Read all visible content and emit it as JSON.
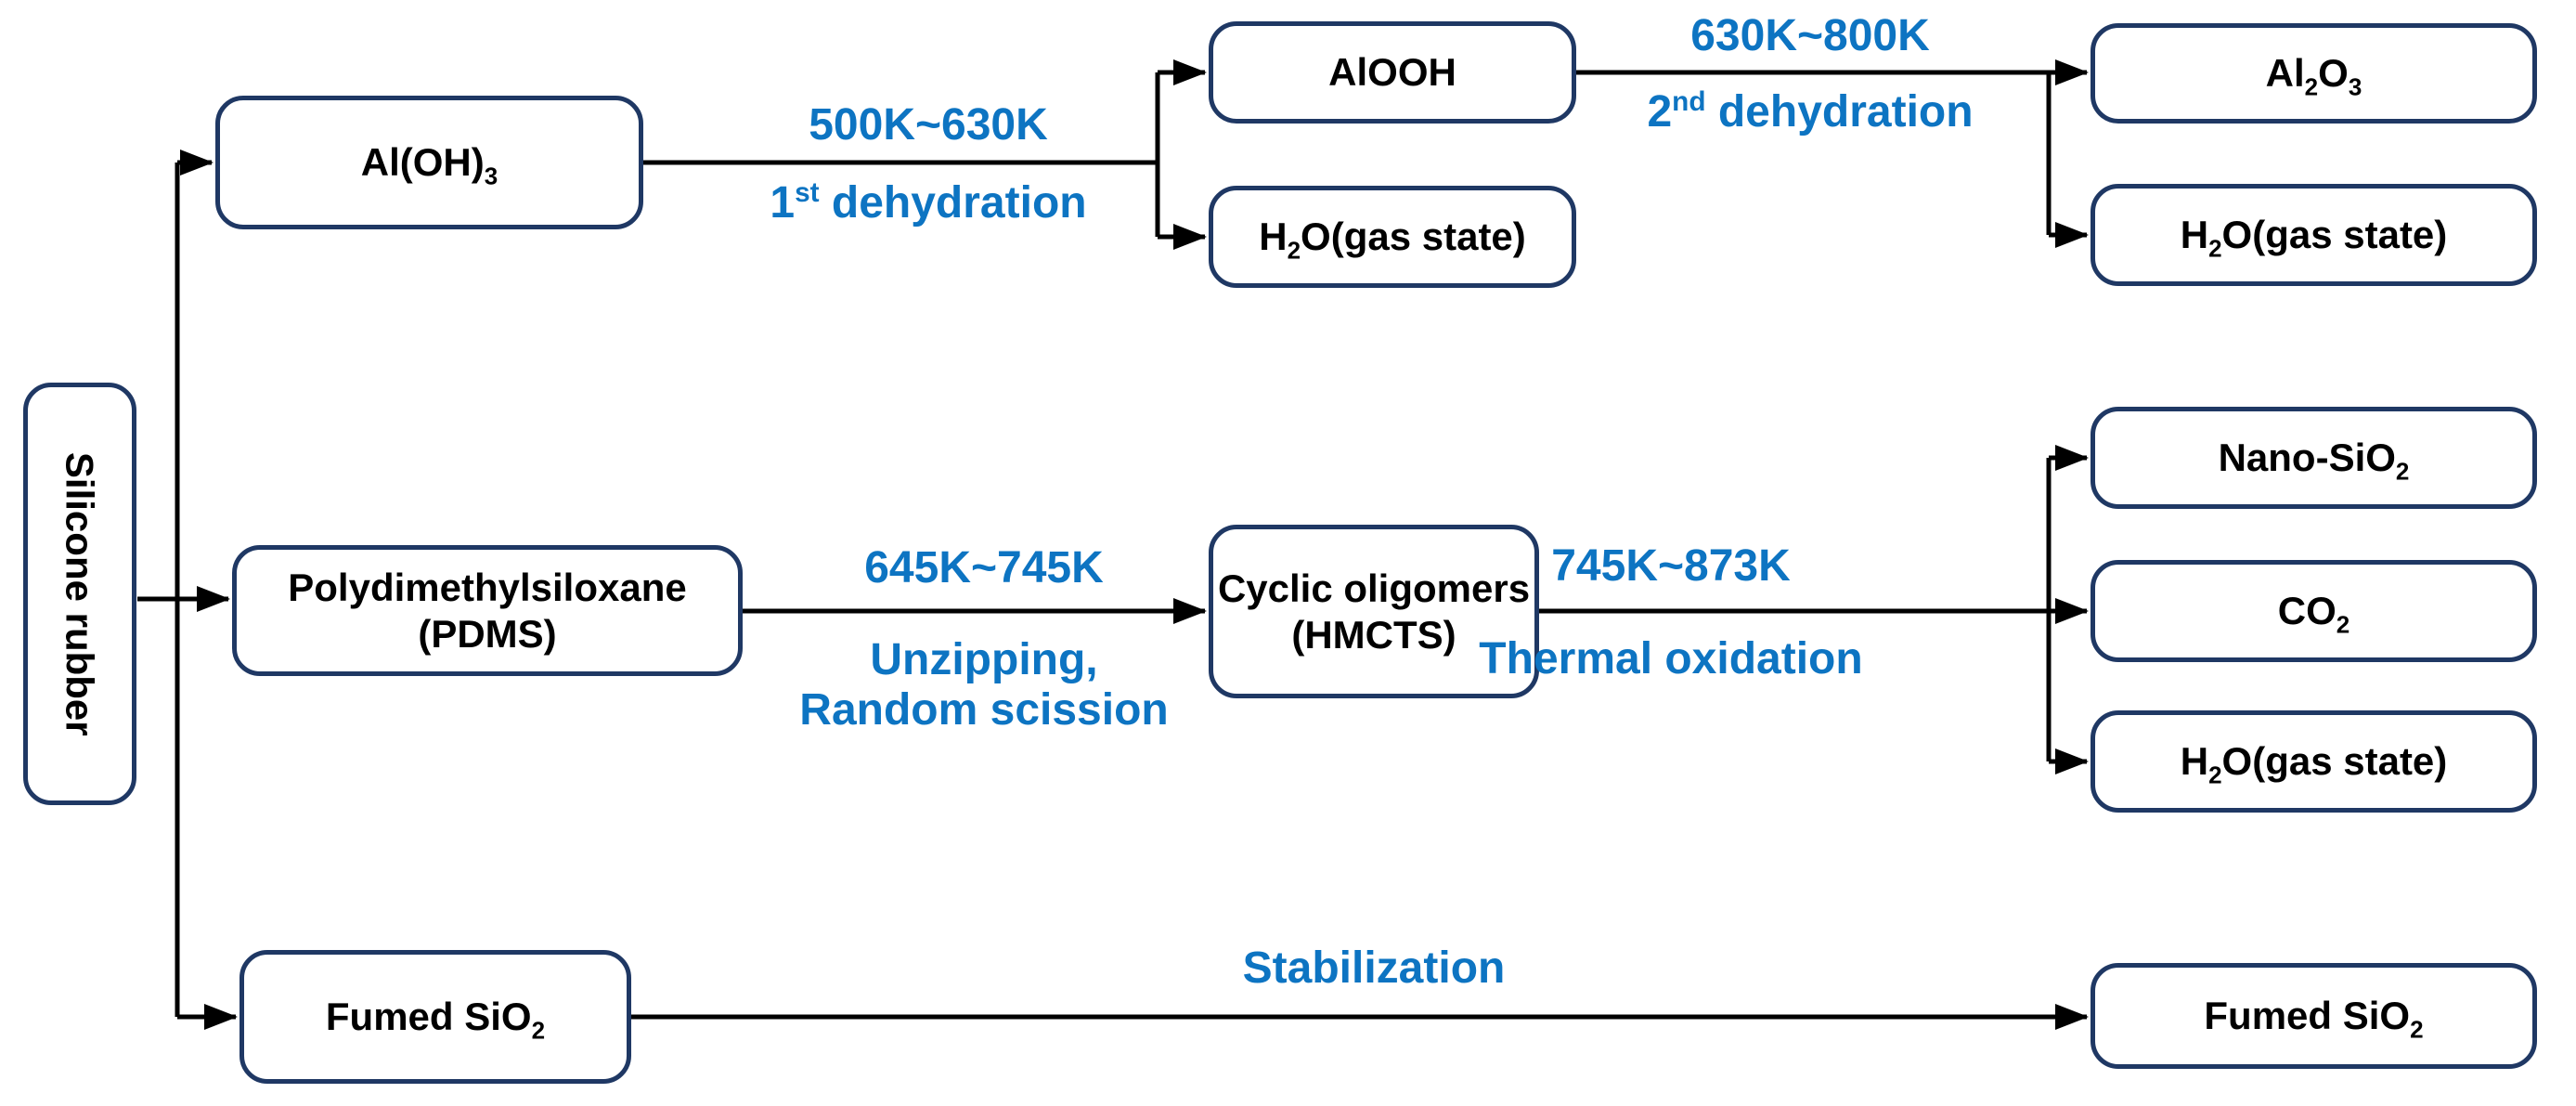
{
  "colors": {
    "accent_blue": "#0d74c2",
    "node_border": "#1f3864",
    "arrow_black": "#000000",
    "node_fill": "#ffffff"
  },
  "nodes": {
    "silicone_rubber": {
      "label": "Silicone rubber"
    },
    "aloh3": {
      "pre": "Al(OH)",
      "sub": "3"
    },
    "alooh": {
      "label": "AlOOH"
    },
    "h2o_top_mid": {
      "pre": "H",
      "sub": "2",
      "post": "O(gas state)"
    },
    "al2o3": {
      "p1": "Al",
      "s1": "2",
      "p2": "O",
      "s2": "3"
    },
    "h2o_top_right": {
      "pre": "H",
      "sub": "2",
      "post": "O(gas state)"
    },
    "pdms": {
      "line1": "Polydimethylsiloxane",
      "line2": "(PDMS)"
    },
    "cyclic": {
      "line1": "Cyclic oligomers",
      "line2": "(HMCTS)"
    },
    "nano_sio2": {
      "pre": "Nano-SiO",
      "sub": "2"
    },
    "co2": {
      "pre": "CO",
      "sub": "2"
    },
    "h2o_mid_right": {
      "pre": "H",
      "sub": "2",
      "post": "O(gas state)"
    },
    "fumed_sio2_left": {
      "pre": "Fumed SiO",
      "sub": "2"
    },
    "fumed_sio2_right": {
      "pre": "Fumed SiO",
      "sub": "2"
    }
  },
  "steps": {
    "dehydration1": {
      "temp": "500K~630K",
      "ord": "1",
      "ord_sup": "st",
      "rest": " dehydration"
    },
    "dehydration2": {
      "temp": "630K~800K",
      "ord": "2",
      "ord_sup": "nd",
      "rest": " dehydration"
    },
    "unzipping": {
      "temp": "645K~745K",
      "line1": "Unzipping,",
      "line2": "Random scission"
    },
    "thermal_oxidation": {
      "temp": "745K~873K",
      "name": "Thermal oxidation"
    },
    "stabilization": {
      "name": "Stabilization"
    }
  }
}
